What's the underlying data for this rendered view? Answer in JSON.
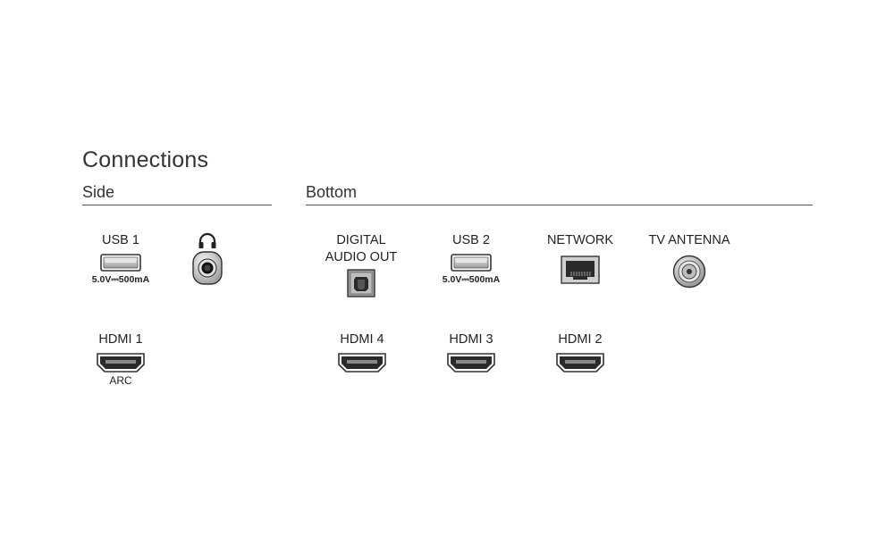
{
  "page": {
    "title": "Connections",
    "sections": {
      "side": "Side",
      "bottom": "Bottom"
    }
  },
  "ports": {
    "usb1": {
      "label": "USB 1",
      "spec": "5.0V⎓500mA"
    },
    "headphone": {
      "label": ""
    },
    "digital_audio_out": {
      "label_line1": "DIGITAL",
      "label_line2": "AUDIO OUT"
    },
    "usb2": {
      "label": "USB 2",
      "spec": "5.0V⎓500mA"
    },
    "network": {
      "label": "NETWORK"
    },
    "tv_antenna": {
      "label": "TV ANTENNA"
    },
    "hdmi1": {
      "label": "HDMI 1",
      "sub": "ARC"
    },
    "hdmi4": {
      "label": "HDMI 4"
    },
    "hdmi3": {
      "label": "HDMI 3"
    },
    "hdmi2": {
      "label": "HDMI 2"
    }
  },
  "colors": {
    "ink": "#222222",
    "rule": "#555555",
    "port_fill": "#d8d8d8"
  },
  "icons": [
    "usb-port-icon",
    "headphone-icon",
    "optical-port-icon",
    "ethernet-port-icon",
    "antenna-port-icon",
    "hdmi-port-icon"
  ]
}
